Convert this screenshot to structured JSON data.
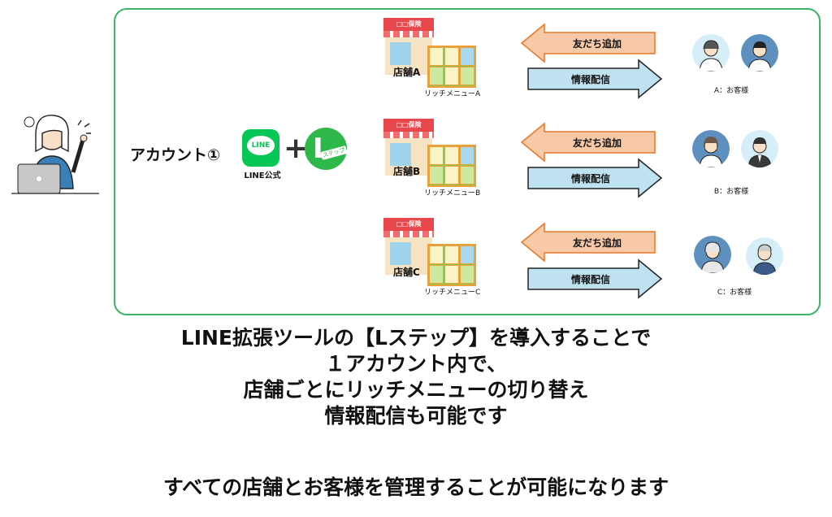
{
  "account": {
    "label": "アカウント①",
    "line_logo_text": "LINE",
    "line_official_label": "LINE公式",
    "plus": "+",
    "lstep_letter": "L",
    "lstep_tag": "ステップ"
  },
  "sign_text": "□□保険",
  "rows": [
    {
      "shop": "店舗A",
      "menu": "リッチメニューA",
      "add_friend": "友だち追加",
      "deliver": "情報配信",
      "customers": "A：お客様"
    },
    {
      "shop": "店舗B",
      "menu": "リッチメニューB",
      "add_friend": "友だち追加",
      "deliver": "情報配信",
      "customers": "B：お客様"
    },
    {
      "shop": "店舗C",
      "menu": "リッチメニューC",
      "add_friend": "友だち追加",
      "deliver": "情報配信",
      "customers": "C：お客様"
    }
  ],
  "caption_lines": [
    "LINE拡張ツールの【Lステップ】を導入することで",
    "１アカウント内で、",
    "店舗ごとにリッチメニューの切り替え",
    "情報配信も可能です"
  ],
  "footer": "すべての店舗とお客様を管理することが可能になります",
  "colors": {
    "frame": "#3fb36a",
    "add_friend_arrow": "#f7c9a7",
    "deliver_arrow": "#bfe2f0",
    "line_green": "#06c755"
  }
}
